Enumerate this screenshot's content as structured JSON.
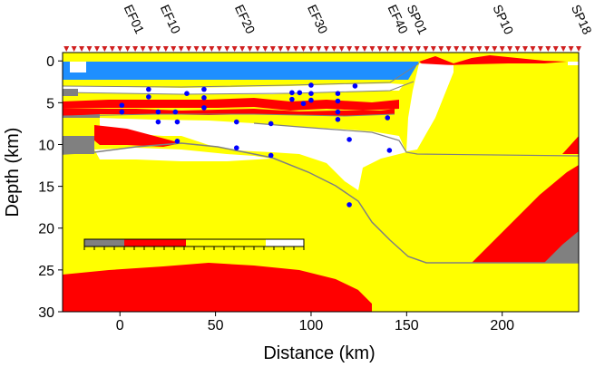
{
  "chart_data": {
    "type": "cross-section",
    "xlabel": "Distance (km)",
    "ylabel": "Depth (km)",
    "xlim": [
      -30,
      240
    ],
    "ylim": [
      30,
      -1
    ],
    "x_ticks": [
      0,
      50,
      100,
      150,
      200
    ],
    "y_ticks": [
      0,
      5,
      10,
      15,
      20,
      25,
      30
    ],
    "colors": {
      "water": "#1e8fff",
      "yellow": "#ffff00",
      "red": "#ff0000",
      "gray": "#808080",
      "white": "#ffffff",
      "station": "#d02020",
      "point": "#0000ff",
      "line": "#808080"
    },
    "stations": [
      {
        "label": "EF01",
        "x": 2
      },
      {
        "label": "EF10",
        "x": 21
      },
      {
        "label": "EF20",
        "x": 60
      },
      {
        "label": "EF30",
        "x": 98
      },
      {
        "label": "EF40",
        "x": 140
      },
      {
        "label": "SP01",
        "x": 150
      },
      {
        "label": "SP10",
        "x": 195
      },
      {
        "label": "SP18",
        "x": 236
      }
    ],
    "station_markers_x": [
      -28,
      -24,
      -20,
      -16,
      -12,
      -8,
      -4,
      0,
      4,
      8,
      12,
      16,
      20,
      24,
      28,
      32,
      36,
      40,
      44,
      48,
      52,
      56,
      60,
      64,
      68,
      72,
      76,
      80,
      84,
      88,
      92,
      96,
      100,
      104,
      108,
      112,
      116,
      120,
      124,
      128,
      132,
      136,
      140,
      144,
      148,
      152,
      156,
      160,
      164,
      168,
      172,
      176,
      180,
      184,
      188,
      192,
      196,
      200,
      204,
      208,
      212,
      216,
      220,
      224,
      228,
      232,
      236,
      240
    ],
    "points": [
      {
        "x": 1,
        "y": 5.3
      },
      {
        "x": 1,
        "y": 6.1
      },
      {
        "x": 15,
        "y": 3.4
      },
      {
        "x": 15,
        "y": 4.3
      },
      {
        "x": 20,
        "y": 6.1
      },
      {
        "x": 20,
        "y": 7.3
      },
      {
        "x": 29,
        "y": 6.1
      },
      {
        "x": 30,
        "y": 7.3
      },
      {
        "x": 30,
        "y": 9.6
      },
      {
        "x": 35,
        "y": 3.9
      },
      {
        "x": 44,
        "y": 3.4
      },
      {
        "x": 44,
        "y": 4.4
      },
      {
        "x": 44,
        "y": 5.6
      },
      {
        "x": 61,
        "y": 7.3
      },
      {
        "x": 61,
        "y": 10.4
      },
      {
        "x": 79,
        "y": 7.5
      },
      {
        "x": 79,
        "y": 11.3
      },
      {
        "x": 90,
        "y": 3.8
      },
      {
        "x": 90,
        "y": 4.6
      },
      {
        "x": 94,
        "y": 3.8
      },
      {
        "x": 96,
        "y": 5.1
      },
      {
        "x": 100,
        "y": 2.9
      },
      {
        "x": 100,
        "y": 3.9
      },
      {
        "x": 100,
        "y": 4.7
      },
      {
        "x": 114,
        "y": 3.9
      },
      {
        "x": 114,
        "y": 4.8
      },
      {
        "x": 114,
        "y": 6.1
      },
      {
        "x": 114,
        "y": 7.0
      },
      {
        "x": 123,
        "y": 3.0
      },
      {
        "x": 120,
        "y": 9.4
      },
      {
        "x": 120,
        "y": 17.2
      },
      {
        "x": 140,
        "y": 6.8
      },
      {
        "x": 141,
        "y": 10.7
      }
    ],
    "legend_scale_colors": [
      "#808080",
      "#ff0000",
      "#ffff00",
      "#ffffff"
    ]
  }
}
